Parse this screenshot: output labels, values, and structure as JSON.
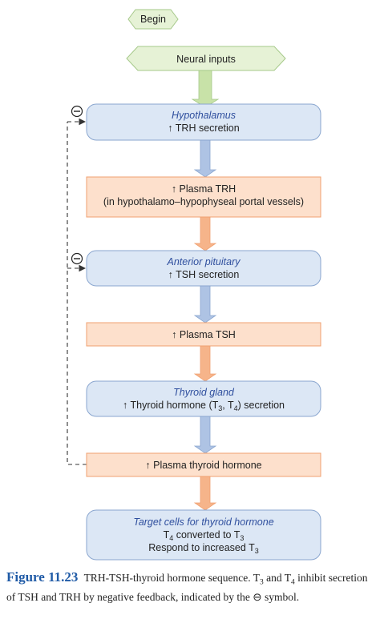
{
  "nodes": {
    "begin": "Begin",
    "neural": "Neural inputs",
    "hypothalamus": {
      "title": "Hypothalamus",
      "line": "↑ TRH secretion"
    },
    "plasma_trh": {
      "line1": "↑ Plasma TRH",
      "line2": "(in hypothalamo–hypophyseal portal vessels)"
    },
    "anterior_pituitary": {
      "title": "Anterior pituitary",
      "line": "↑ TSH secretion"
    },
    "plasma_tsh": "↑ Plasma TSH",
    "thyroid_gland": {
      "title": "Thyroid gland",
      "line_prefix": "↑  Thyroid hormone (T",
      "line_sub1": "3",
      "line_mid": ", T",
      "line_sub2": "4",
      "line_suffix": ") secretion"
    },
    "plasma_thyroid": "↑  Plasma thyroid hormone",
    "target_cells": {
      "title": "Target cells for thyroid hormone",
      "line1_a": "T",
      "line1_sub": "4",
      "line1_b": " converted to T",
      "line1_sub2": "3",
      "line2_a": "Respond to increased T",
      "line2_sub": "3"
    }
  },
  "feedback_symbol": "⊖",
  "colors": {
    "blue_fill": "#dce7f5",
    "blue_stroke": "#8aa6cf",
    "orange_fill": "#fde0cc",
    "orange_stroke": "#f0a070",
    "green_fill": "#e6f2d6",
    "green_stroke": "#a6c98a",
    "blue_arrow": "#aec3e4",
    "orange_arrow": "#f6b48a",
    "green_arrow": "#c8e2a8",
    "title_italic": "#2f4f9e",
    "caption_accent": "#1f5aa6"
  },
  "caption": {
    "label": "Figure 11.23",
    "text_a": "TRH-TSH-thyroid hormone sequence. T",
    "sub_a": "3",
    "text_b": " and T",
    "sub_b": "4",
    "text_c": " inhibit secretion of TSH and TRH by negative feedback, indicated by the ⊖ symbol."
  }
}
